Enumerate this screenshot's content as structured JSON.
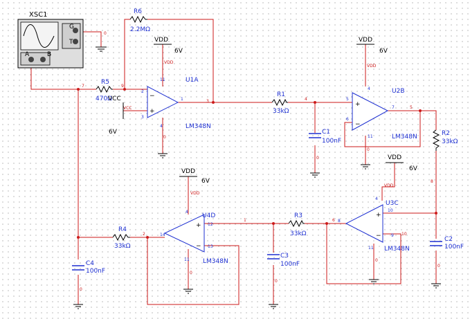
{
  "scope": {
    "ref": "XSC1",
    "chA": "A",
    "chB": "B",
    "gnd": "G",
    "trig": "T"
  },
  "opamps": {
    "u1a": {
      "ref": "U1A",
      "model": "LM348N"
    },
    "u2b": {
      "ref": "U2B",
      "model": "LM348N"
    },
    "u3c": {
      "ref": "U3C",
      "model": "LM348N"
    },
    "u4d": {
      "ref": "U4D",
      "model": "LM348N"
    }
  },
  "resistors": {
    "r6": {
      "ref": "R6",
      "value": "2.2MΩ"
    },
    "r5": {
      "ref": "R5",
      "value": "470Ω"
    },
    "r1": {
      "ref": "R1",
      "value": "33kΩ"
    },
    "r2": {
      "ref": "R2",
      "value": "33kΩ"
    },
    "r3": {
      "ref": "R3",
      "value": "33kΩ"
    },
    "r4": {
      "ref": "R4",
      "value": "33kΩ"
    }
  },
  "capacitors": {
    "c1": {
      "ref": "C1",
      "value": "100nF"
    },
    "c2": {
      "ref": "C2",
      "value": "100nF"
    },
    "c3": {
      "ref": "C3",
      "value": "100nF"
    },
    "c4": {
      "ref": "C4",
      "value": "100nF"
    }
  },
  "supplies": {
    "vdd": "VDD",
    "voltage": "6V",
    "vcc": "VCC",
    "vcc_voltage": "6V",
    "vdd_net": "VDD",
    "vcc_net": "VCC"
  },
  "nets": {
    "n0": "0",
    "n1": "1",
    "n2": "2",
    "n3": "3",
    "n4": "4",
    "n5": "5",
    "n6": "6",
    "n7": "7",
    "n8": "8",
    "n9": "9",
    "n10": "10"
  },
  "pins": {
    "p1": "1",
    "p2": "2",
    "p3": "3",
    "p4": "4",
    "p5": "5",
    "p6": "6",
    "p7": "7",
    "p8": "8",
    "p9": "9",
    "p10": "10",
    "p11": "11",
    "p12": "12",
    "p13": "13",
    "p14": "14"
  },
  "colors": {
    "wire": "#cc1a1a",
    "component": "#1d2fd1",
    "grid": "#9a9a9a",
    "ground": "#000000"
  }
}
